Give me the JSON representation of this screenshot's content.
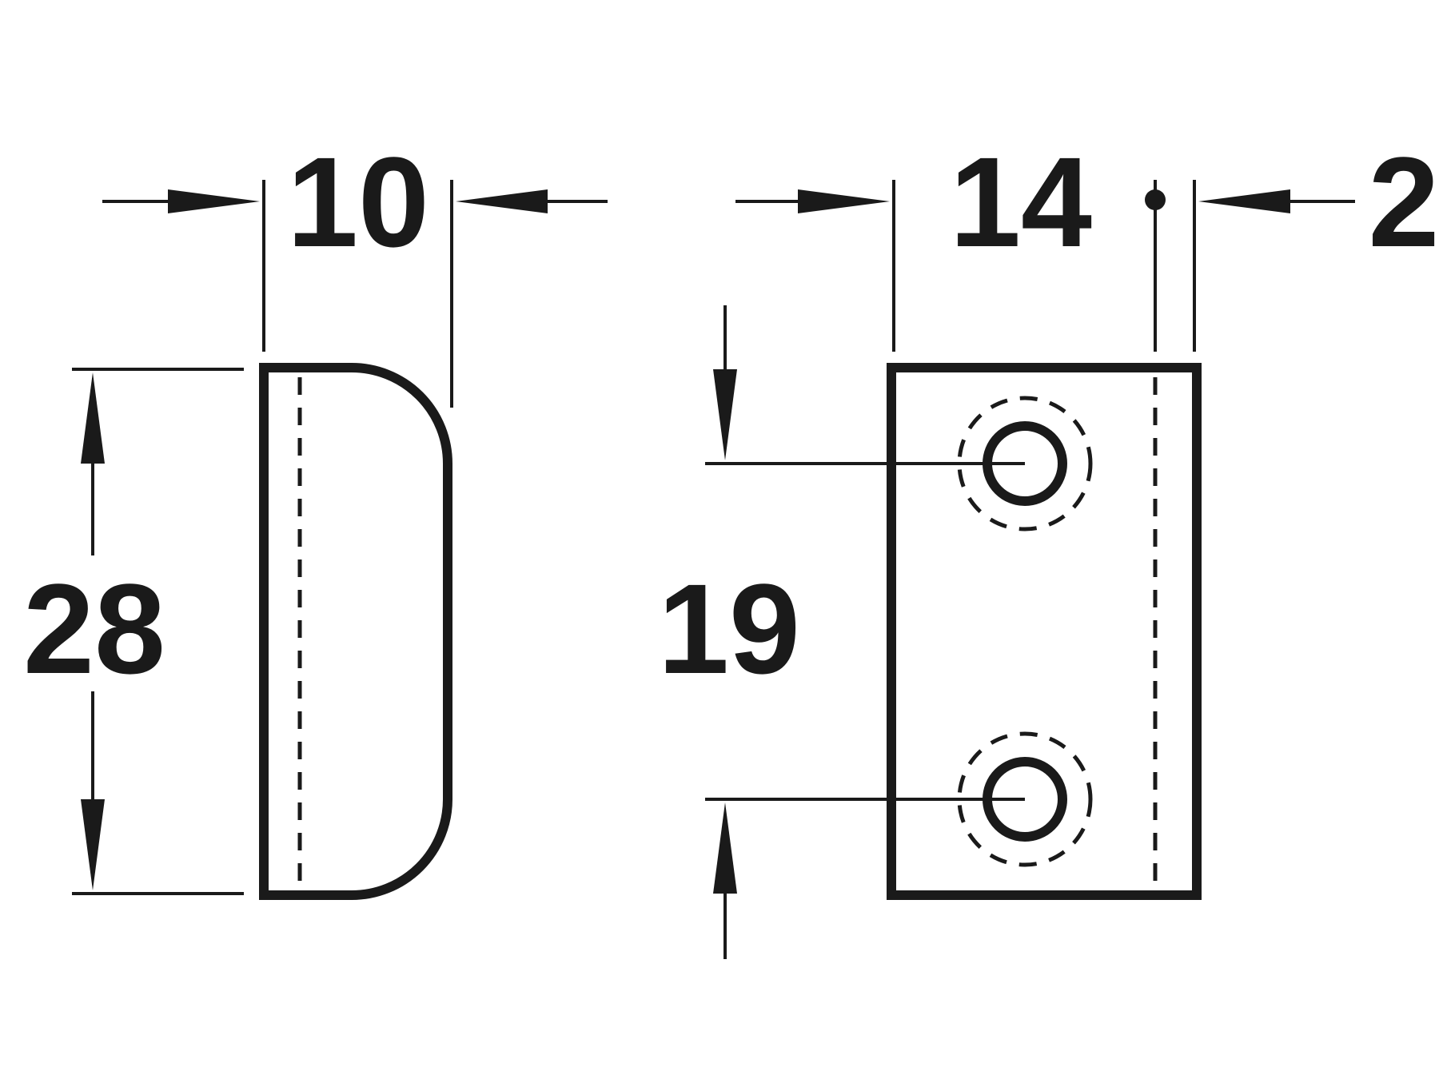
{
  "dimensions": {
    "width_side": "10",
    "height_side": "28",
    "width_front": "14",
    "offset_front": "2",
    "hole_spacing": "19"
  },
  "colors": {
    "ink": "#1a1a1a",
    "background": "#ffffff"
  }
}
